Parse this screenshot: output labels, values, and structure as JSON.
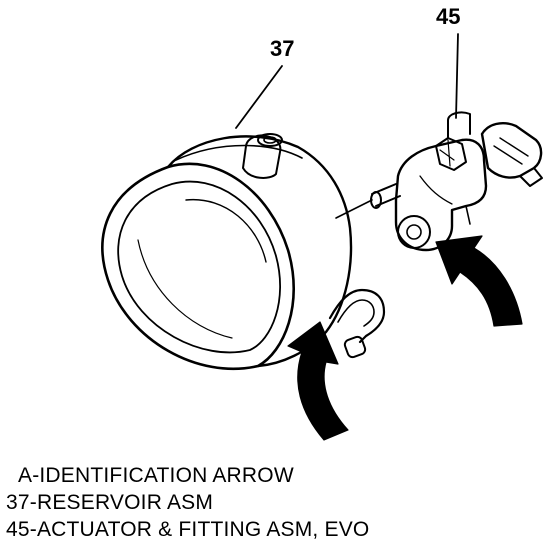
{
  "callouts": {
    "reservoir": "37",
    "actuator": "45"
  },
  "legend": [
    "A-IDENTIFICATION ARROW",
    "37-RESERVOIR ASM",
    "45-ACTUATOR & FITTING ASM, EVO"
  ]
}
